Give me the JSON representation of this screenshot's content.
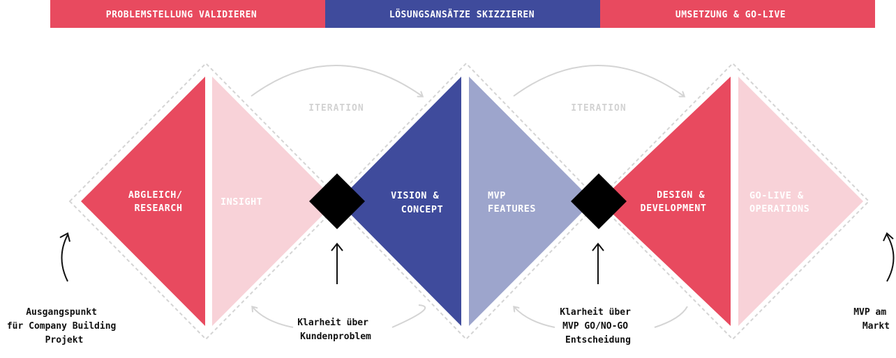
{
  "colors": {
    "red": "#e84a5f",
    "blue": "#3f4b9c",
    "pink": "#f8d2d8",
    "lavender": "#9da5cc",
    "black": "#000000",
    "gray": "#d4d4d4"
  },
  "phases": [
    {
      "label": "PROBLEMSTELLUNG VALIDIEREN",
      "color": "#e84a5f"
    },
    {
      "label": "LÖSUNGSANSÄTZE SKIZZIEREN",
      "color": "#3f4b9c"
    },
    {
      "label": "UMSETZUNG & GO-LIVE",
      "color": "#e84a5f"
    }
  ],
  "triangles": [
    {
      "lines": [
        "ABGLEICH/",
        "RESEARCH"
      ],
      "fill": "#e84a5f",
      "text_color": "#ffffff"
    },
    {
      "lines": [
        "INSIGHT"
      ],
      "fill": "#f8d2d8",
      "text_color": "#ffffff"
    },
    {
      "lines": [
        "VISION &",
        "CONCEPT"
      ],
      "fill": "#3f4b9c",
      "text_color": "#ffffff"
    },
    {
      "lines": [
        "MVP",
        "FEATURES"
      ],
      "fill": "#9da5cc",
      "text_color": "#ffffff"
    },
    {
      "lines": [
        "DESIGN &",
        "DEVELOPMENT"
      ],
      "fill": "#e84a5f",
      "text_color": "#ffffff"
    },
    {
      "lines": [
        "GO-LIVE &",
        "OPERATIONS"
      ],
      "fill": "#f8d2d8",
      "text_color": "#ffffff"
    }
  ],
  "iterations": [
    {
      "label": "ITERATION"
    },
    {
      "label": "ITERATION"
    }
  ],
  "notes": [
    {
      "lines": [
        "Ausgangspunkt",
        "für Company Building",
        "Projekt"
      ],
      "icon": "curved-arrow-up-icon"
    },
    {
      "lines": [
        "Klarheit über",
        "Kundenproblem"
      ],
      "icon": "arrow-up-icon"
    },
    {
      "lines": [
        "Klarheit über",
        "MVP GO/NO-GO",
        "Entscheidung"
      ],
      "icon": "arrow-up-icon"
    },
    {
      "lines": [
        "MVP am",
        "Markt"
      ],
      "icon": "curved-arrow-up-icon"
    }
  ],
  "decision_markers": [
    {
      "icon": "decision-diamond-icon"
    },
    {
      "icon": "decision-diamond-icon"
    }
  ]
}
